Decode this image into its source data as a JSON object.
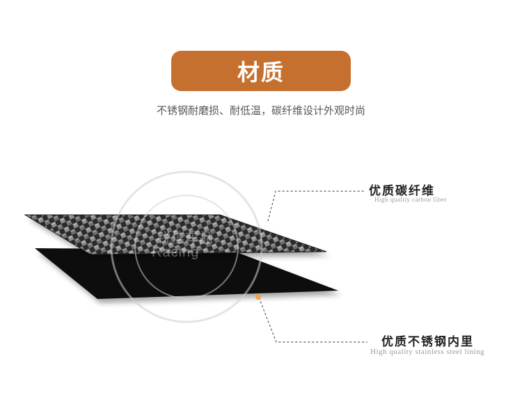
{
  "header": {
    "title": "材质",
    "subtitle": "不锈钢耐磨损、耐低温，碳纤维设计外观时尚"
  },
  "labels": {
    "carbon": {
      "cn": "优质碳纤维",
      "en": "High quality carbon fiber"
    },
    "steel": {
      "cn": "优质不锈钢内里",
      "en": "High quality stainless steel lining"
    }
  },
  "watermark": {
    "cn": "锐信车品",
    "en": "Racing"
  },
  "colors": {
    "accent": "#c5702f",
    "marker": "#f0a24a"
  }
}
